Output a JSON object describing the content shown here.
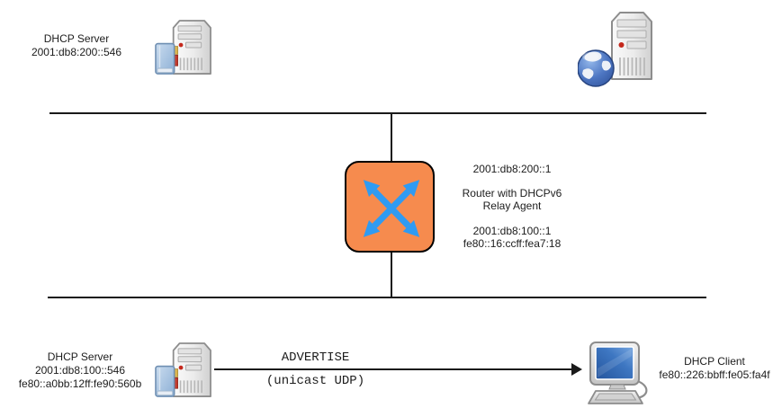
{
  "colors": {
    "background": "#ffffff",
    "line": "#1a1a1a",
    "text": "#1c1c1c",
    "router_fill": "#f68b4e",
    "router_border": "#000000",
    "router_arrows": "#2f9bf2"
  },
  "icons": {
    "dhcp_server": "server-icon",
    "web_server": "web-server-icon",
    "router": "router-arrows-icon",
    "dhcp_client": "computer-icon"
  },
  "top_segment": {
    "dhcp_server_label": [
      "DHCP Server",
      "2001:db8:200::546"
    ]
  },
  "router": {
    "upstream_address": "2001:db8:200::1",
    "name": [
      "Router with DHCPv6",
      "Relay Agent"
    ],
    "downstream_addresses": [
      "2001:db8:100::1",
      "fe80::16:ccff:fea7:18"
    ]
  },
  "bottom_segment": {
    "dhcp_server_label": [
      "DHCP Server",
      "2001:db8:100::546",
      "fe80::a0bb:12ff:fe90:560b"
    ],
    "dhcp_client_label": [
      "DHCP Client",
      "fe80::226:bbff:fe05:fa4f"
    ],
    "message": {
      "label": "ADVERTISE",
      "sublabel": "(unicast UDP)"
    }
  }
}
